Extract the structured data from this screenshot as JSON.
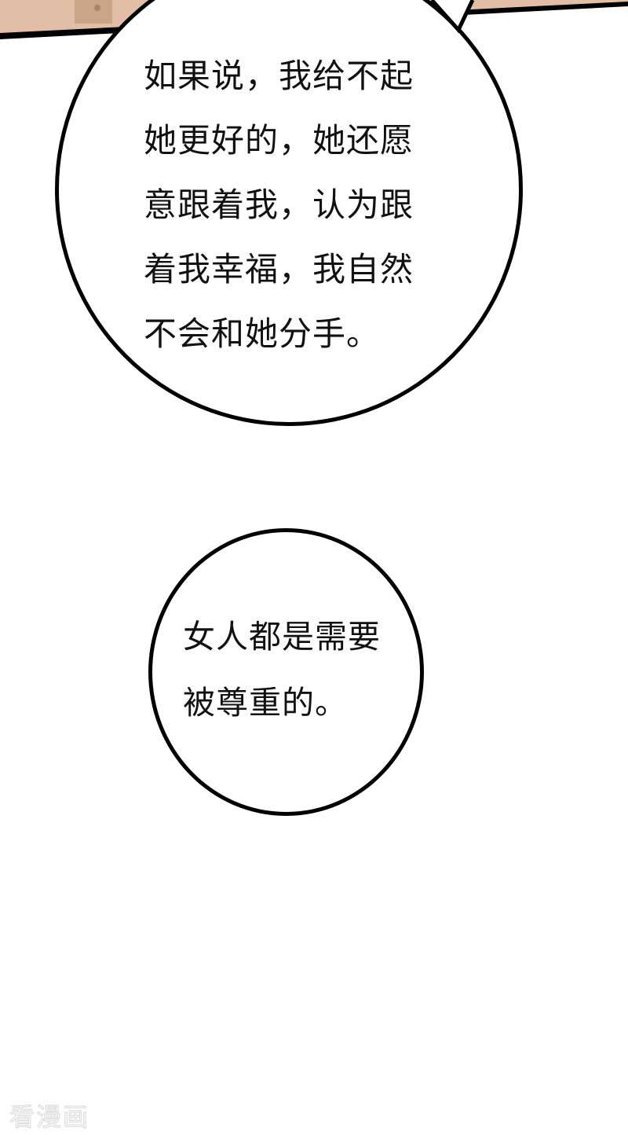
{
  "bubble_1": {
    "lines": [
      "如果说，我给不起",
      "她更好的，她还愿",
      "意跟着我，认为跟",
      "着我幸福，我自然",
      "不会和她分手。"
    ]
  },
  "bubble_2": {
    "lines": [
      "女人都是需要",
      "被尊重的。"
    ]
  },
  "watermark": "看漫画",
  "colors": {
    "background": "#ffffff",
    "bubble_border": "#000000",
    "text": "#111111",
    "top_panel_warm": "#e8c9b3",
    "top_panel_beige": "#d9b59a"
  }
}
